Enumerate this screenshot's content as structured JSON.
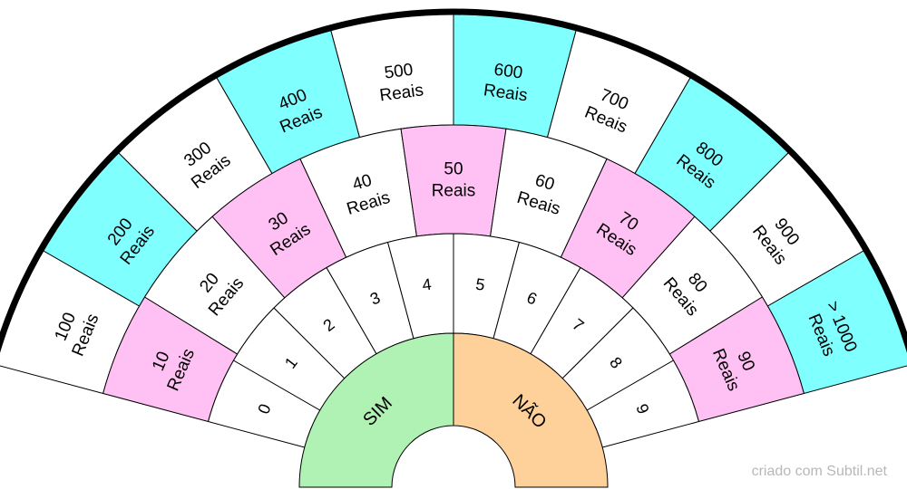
{
  "colors": {
    "white": "#ffffff",
    "cyan": "#80ffff",
    "pink": "#ffc0f4",
    "green": "#b0f2b4",
    "orange": "#ffd19a",
    "stroke": "#000000"
  },
  "rings": {
    "hundreds": [
      {
        "lines": [
          "100",
          "Reais"
        ],
        "color": "white"
      },
      {
        "lines": [
          "200",
          "Reais"
        ],
        "color": "cyan"
      },
      {
        "lines": [
          "300",
          "Reais"
        ],
        "color": "white"
      },
      {
        "lines": [
          "400",
          "Reais"
        ],
        "color": "cyan"
      },
      {
        "lines": [
          "500",
          "Reais"
        ],
        "color": "white"
      },
      {
        "lines": [
          "600",
          "Reais"
        ],
        "color": "cyan"
      },
      {
        "lines": [
          "700",
          "Reais"
        ],
        "color": "white"
      },
      {
        "lines": [
          "800",
          "Reais"
        ],
        "color": "cyan"
      },
      {
        "lines": [
          "900",
          "Reais"
        ],
        "color": "white"
      },
      {
        "lines": [
          "> 1000",
          "Reais"
        ],
        "color": "cyan"
      }
    ],
    "tens": [
      {
        "lines": [
          "10",
          "Reais"
        ],
        "color": "pink"
      },
      {
        "lines": [
          "20",
          "Reais"
        ],
        "color": "white"
      },
      {
        "lines": [
          "30",
          "Reais"
        ],
        "color": "pink"
      },
      {
        "lines": [
          "40",
          "Reais"
        ],
        "color": "white"
      },
      {
        "lines": [
          "50",
          "Reais"
        ],
        "color": "pink"
      },
      {
        "lines": [
          "60",
          "Reais"
        ],
        "color": "white"
      },
      {
        "lines": [
          "70",
          "Reais"
        ],
        "color": "pink"
      },
      {
        "lines": [
          "80",
          "Reais"
        ],
        "color": "white"
      },
      {
        "lines": [
          "90",
          "Reais"
        ],
        "color": "pink"
      }
    ],
    "units": [
      {
        "lines": [
          "0"
        ],
        "color": "white"
      },
      {
        "lines": [
          "1"
        ],
        "color": "white"
      },
      {
        "lines": [
          "2"
        ],
        "color": "white"
      },
      {
        "lines": [
          "3"
        ],
        "color": "white"
      },
      {
        "lines": [
          "4"
        ],
        "color": "white"
      },
      {
        "lines": [
          "5"
        ],
        "color": "white"
      },
      {
        "lines": [
          "6"
        ],
        "color": "white"
      },
      {
        "lines": [
          "7"
        ],
        "color": "white"
      },
      {
        "lines": [
          "8"
        ],
        "color": "white"
      },
      {
        "lines": [
          "9"
        ],
        "color": "white"
      }
    ],
    "answers": [
      {
        "lines": [
          "SIM"
        ],
        "color": "green"
      },
      {
        "lines": [
          "NÃO"
        ],
        "color": "orange"
      }
    ]
  },
  "credit": "criado com Subtil.net"
}
